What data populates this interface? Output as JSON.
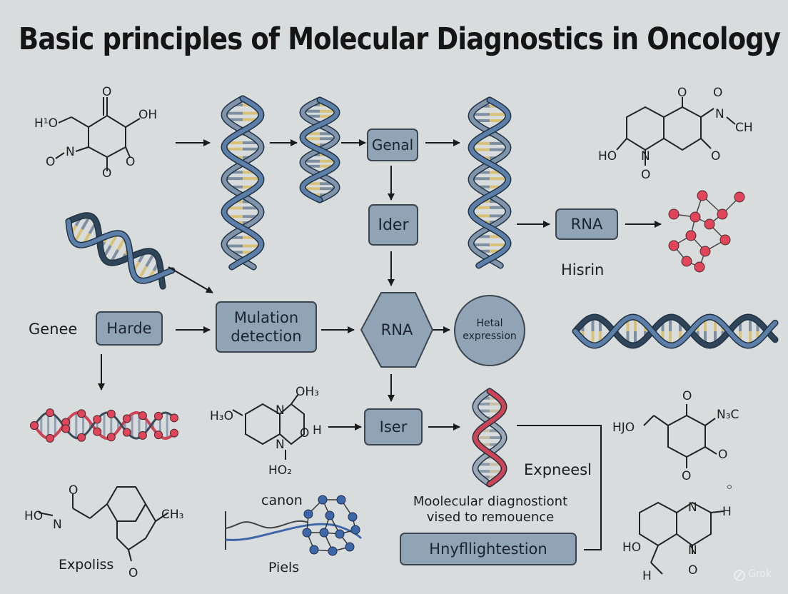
{
  "title": "Basic principles of Molecular Diagnostics in Oncology",
  "nodes": {
    "genal": "Genal",
    "ider": "Ider",
    "rna_top": "RNA",
    "harde": "Harde",
    "mutation_line1": "Mulation",
    "mutation_line2": "detection",
    "rna_center": "RNA",
    "hetal_line1": "Hetal",
    "hetal_line2": "expression",
    "iser": "Iser",
    "hnyfllightestion": "Hnyfllightestion"
  },
  "labels": {
    "hisrin": "Hisrin",
    "genee": "Genee",
    "expneesl": "Expneesl",
    "molecular_line1": "Moolecular diagnostiont",
    "molecular_line2": "vised to remouence",
    "canon": "canon",
    "piels": "Piels",
    "expoliss": "Expoliss",
    "watermark": "Grok"
  },
  "chem": {
    "tl": {
      "ho": "H¹O",
      "oh": "OH",
      "o_top": "O",
      "n": "N",
      "o_left": "O",
      "o_bot": "O",
      "o_bot2": "O"
    },
    "tr": {
      "o1": "O",
      "o2": "O",
      "n": "N",
      "ch": "CH",
      "ho": "HO",
      "n2": "N",
      "o3": "O",
      "o4": "O"
    },
    "mid": {
      "h3o": "H₃O",
      "n_top": "N",
      "oh3": "OH₃",
      "o": "O",
      "h": "H",
      "n_bot": "N",
      "ho2": "HO₂"
    },
    "br1": {
      "hjo": "HJO",
      "o_top": "O",
      "n3c": "N₃C",
      "o_r": "O",
      "o_b": "O"
    },
    "bl": {
      "ho": "HO",
      "n": "N",
      "o_top": "O",
      "ch3": "CH₃",
      "o_bot": "O"
    },
    "br2": {
      "n": "N",
      "h": "H",
      "ho": "HO",
      "n2": "N",
      "o": "O",
      "h2": "H"
    }
  },
  "colors": {
    "background": "#d9dcdc",
    "node_fill": "#91a4b5",
    "node_border": "#3b4650",
    "helix_blue": "#5b7fa8",
    "helix_dark": "#2f4559",
    "helix_red": "#cc4455",
    "atom_red": "#e0455a",
    "atom_blue": "#3d67a8"
  }
}
